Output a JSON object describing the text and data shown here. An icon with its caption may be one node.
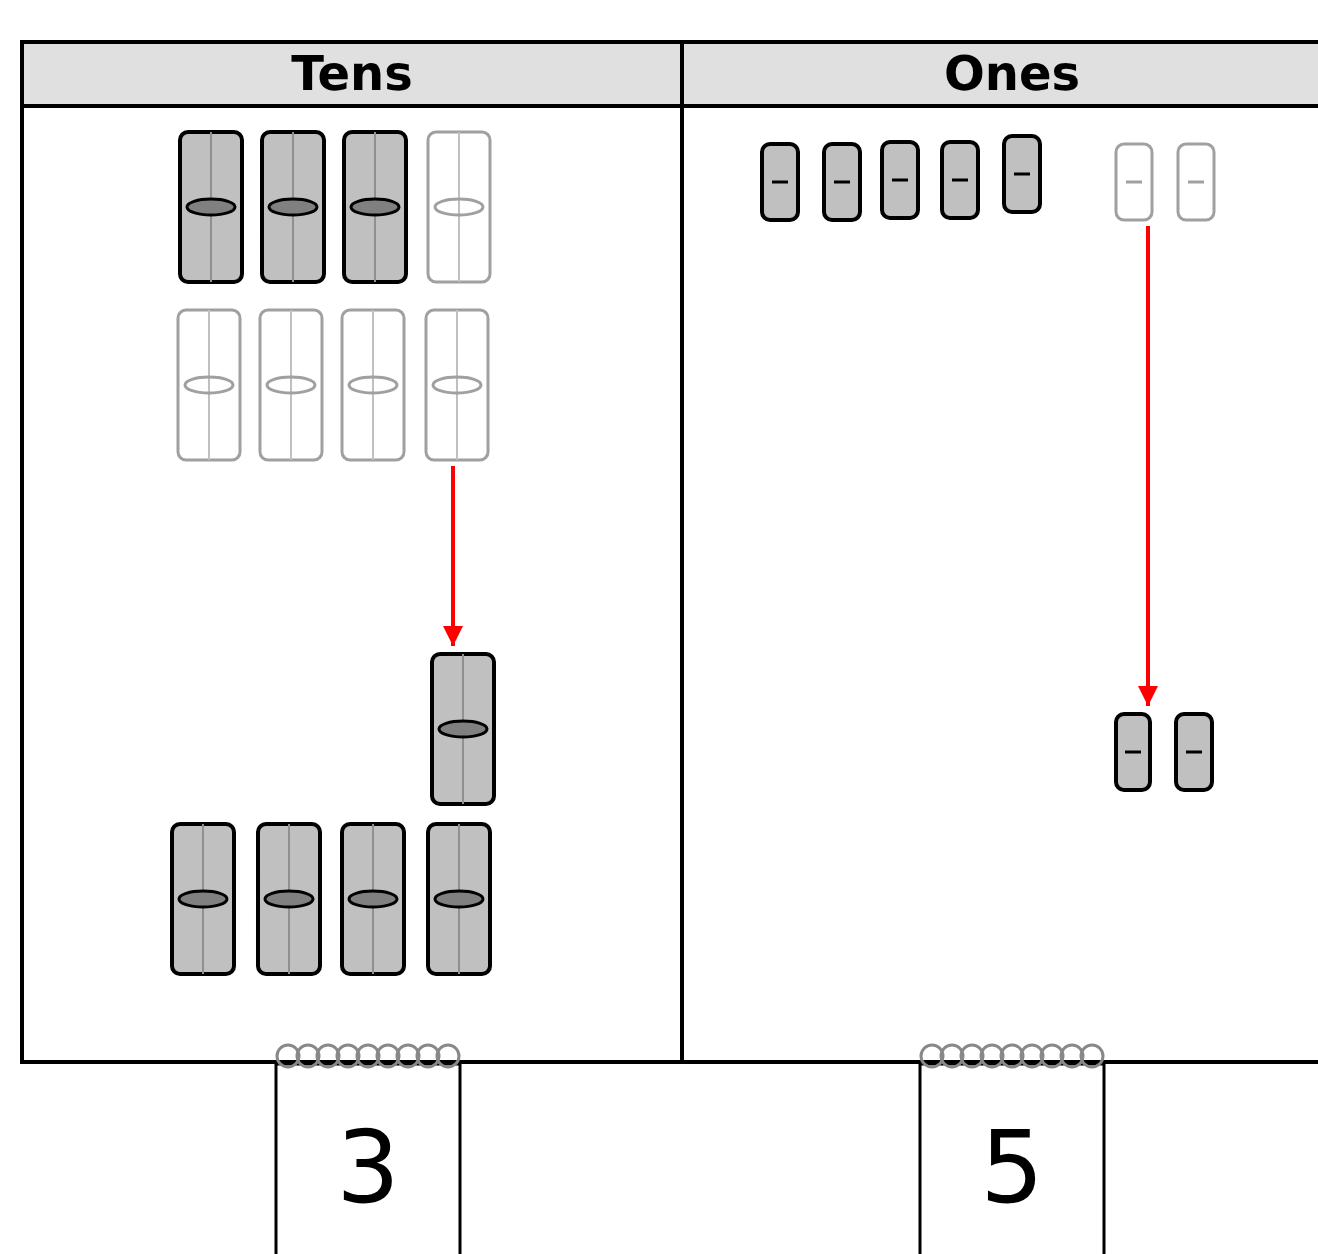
{
  "diagram": {
    "nodes": [
      {
        "text": [
          "Tens"
        ]
      },
      {
        "text": [
          "Ones"
        ]
      },
      {
        "text": [],
        "shape": "bar",
        "in": 0
      },
      {
        "text": [],
        "shape": "bar",
        "in": 0
      },
      {
        "text": [],
        "shape": "bar",
        "in": 0
      },
      {
        "text": [],
        "shape": "bar",
        "in": 0
      },
      {
        "text": [],
        "shape": "bar",
        "in": 0
      },
      {
        "text": [],
        "shape": "bar",
        "in": 0
      },
      {
        "text": [],
        "shape": "bar",
        "in": 0
      },
      {
        "text": [],
        "shape": "bar",
        "in": 0
      },
      {
        "text": [],
        "shape": "bar",
        "in": 0
      },
      {
        "text": [],
        "shape": "bar",
        "in": 0
      },
      {
        "text": [],
        "shape": "bar",
        "in": 0
      },
      {
        "text": [],
        "shape": "bar",
        "in": 0
      },
      {
        "text": [],
        "shape": "bar",
        "in": 0
      },
      {
        "text": [],
        "shape": "bar",
        "in": 1
      },
      {
        "text": [],
        "shape": "bar",
        "in": 1
      },
      {
        "text": [],
        "shape": "bar",
        "in": 1
      },
      {
        "text": [],
        "shape": "bar",
        "in": 1
      },
      {
        "text": [],
        "shape": "bar",
        "in": 1
      },
      {
        "text": [],
        "shape": "bar",
        "in": 1
      },
      {
        "text": [],
        "shape": "bar",
        "in": 1
      },
      {
        "text": [],
        "shape": "bar",
        "in": 1
      },
      {
        "text": [],
        "shape": "bar",
        "in": 1
      },
      {
        "text": [
          "3"
        ]
      },
      {
        "text": [
          "5"
        ]
      }
    ],
    "edges": [
      {
        "from": 9,
        "to": 10,
        "arrow": "to"
      },
      {
        "from": 20,
        "to": 22,
        "arrow": "to"
      }
    ]
  }
}
